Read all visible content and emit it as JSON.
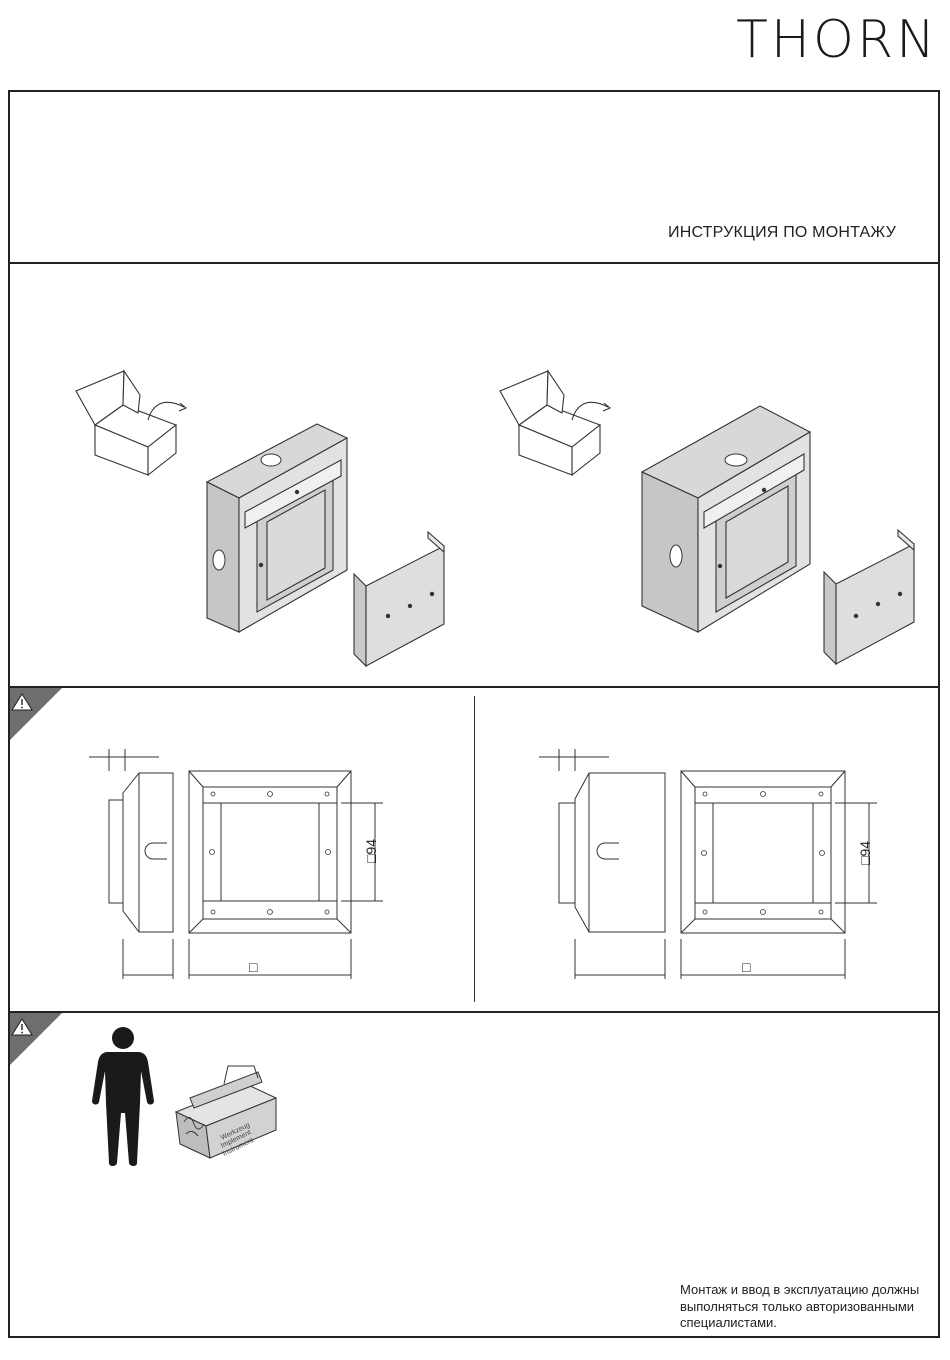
{
  "header": {
    "brand": "THORN",
    "doc_title": "ИНСТРУКЦИЯ ПО МОНТАЖУ"
  },
  "dimensions": {
    "cutout_label": "□94",
    "width_label": "□"
  },
  "toolbox": {
    "line1": "Werkzeug",
    "line2": "Implement",
    "line3": "Instrument"
  },
  "footer_note": "Монтаж и ввод в эксплуатацию должны выполняться только авторизованными специалистами.",
  "icons": [
    "logo",
    "warning-icon",
    "box-icon",
    "person-icon",
    "toolbox-icon"
  ]
}
